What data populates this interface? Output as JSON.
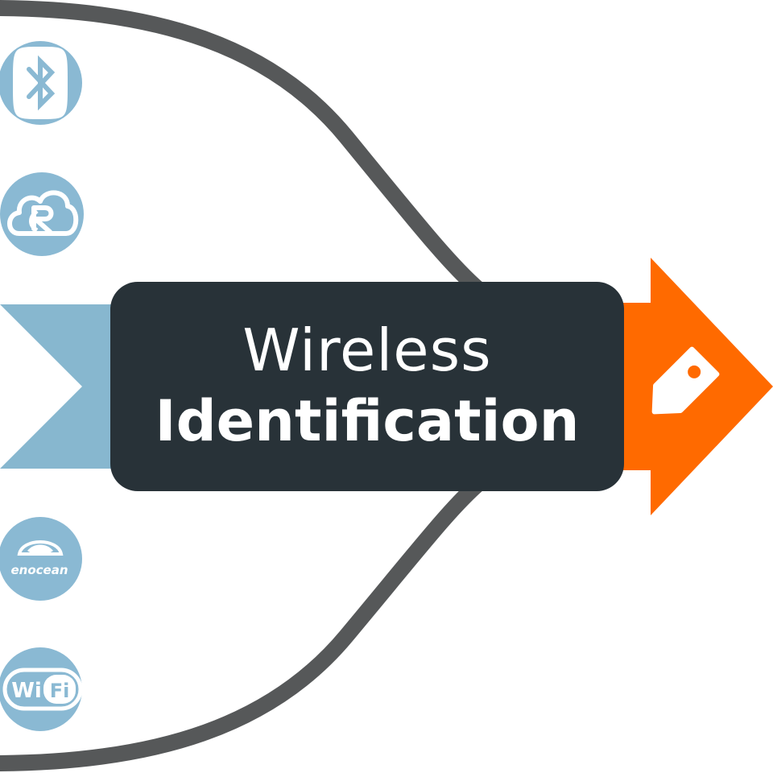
{
  "title": {
    "line1": "Wireless",
    "line2": "Identification"
  },
  "protocols": [
    {
      "name": "bluetooth",
      "icon": "bluetooth-icon"
    },
    {
      "name": "cloud-r",
      "icon": "cloud-r-icon"
    },
    {
      "name": "enocean",
      "icon": "enocean-icon",
      "label": "enocean"
    },
    {
      "name": "wifi",
      "icon": "wifi-icon",
      "label_left": "Wi",
      "label_right": "Fi"
    }
  ],
  "arrow_icon": "tag-icon",
  "colors": {
    "curve": "#565859",
    "circle": "#8ab9d3",
    "ribbon": "#87b7cf",
    "box": "#283238",
    "arrow": "#ff6a00",
    "text": "#ffffff"
  }
}
